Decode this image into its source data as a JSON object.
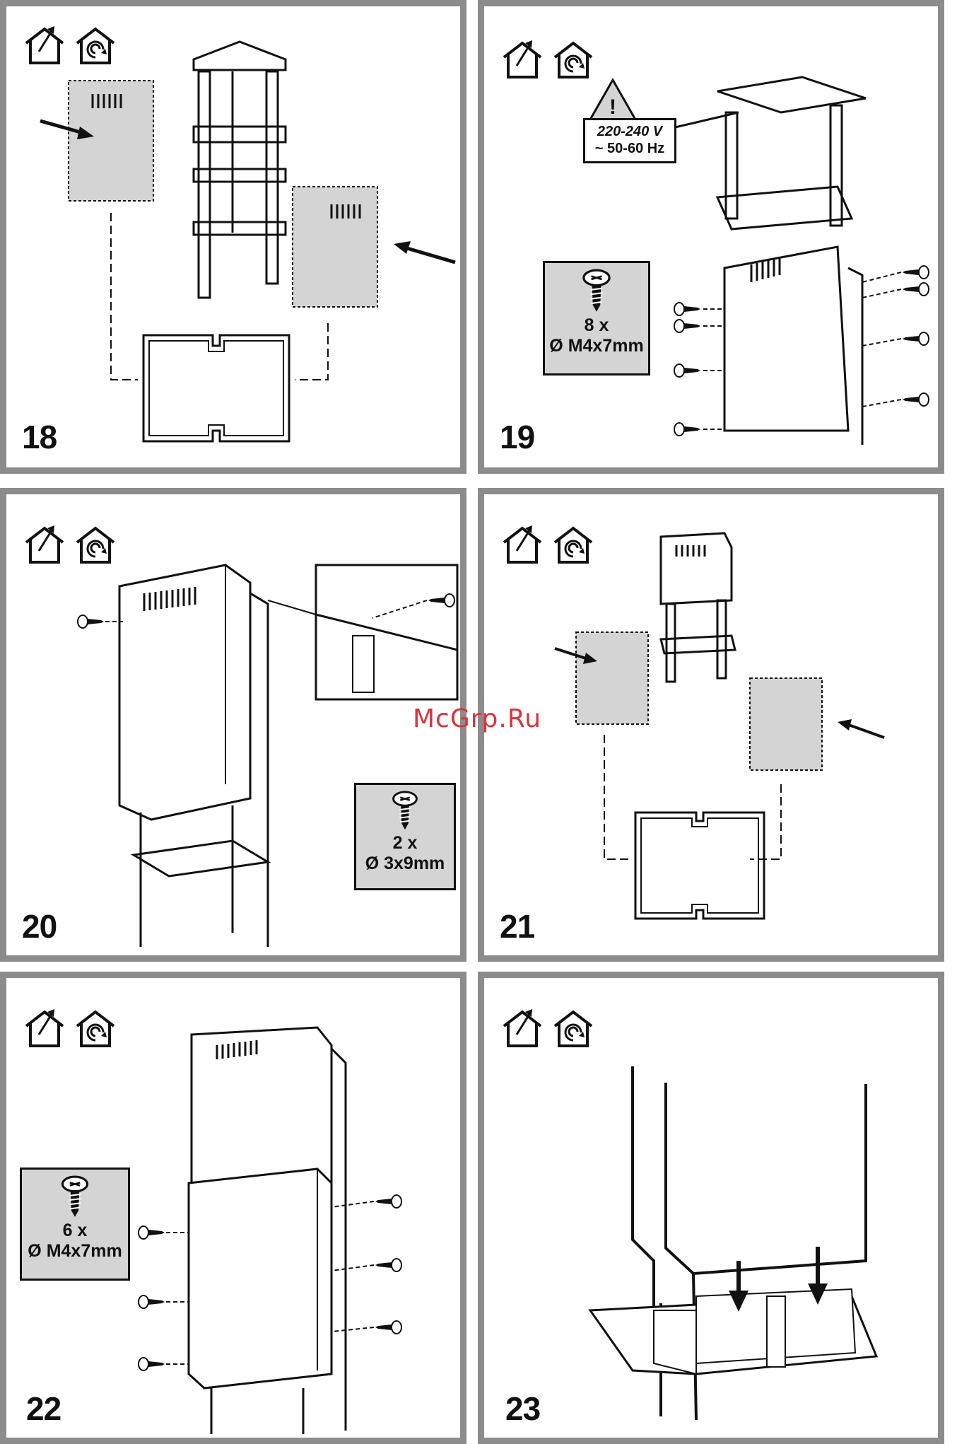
{
  "watermark": "McGrp.Ru",
  "colors": {
    "panel_border": "#8c8c8c",
    "panel_fill": "#d4d4d4",
    "ink": "#111111",
    "watermark": "#e0313a"
  },
  "icons": [
    "extraction-mode-icon",
    "recirculation-mode-icon"
  ],
  "panels": [
    {
      "step": "18"
    },
    {
      "step": "19",
      "warning": {
        "voltage": "220-240 V",
        "frequency": "~ 50-60 Hz"
      },
      "screws": {
        "qty": "8 x",
        "size": "Ø M4x7mm"
      }
    },
    {
      "step": "20",
      "screws": {
        "qty": "2 x",
        "size": "Ø 3x9mm"
      }
    },
    {
      "step": "21"
    },
    {
      "step": "22",
      "screws": {
        "qty": "6 x",
        "size": "Ø M4x7mm"
      }
    },
    {
      "step": "23"
    }
  ]
}
